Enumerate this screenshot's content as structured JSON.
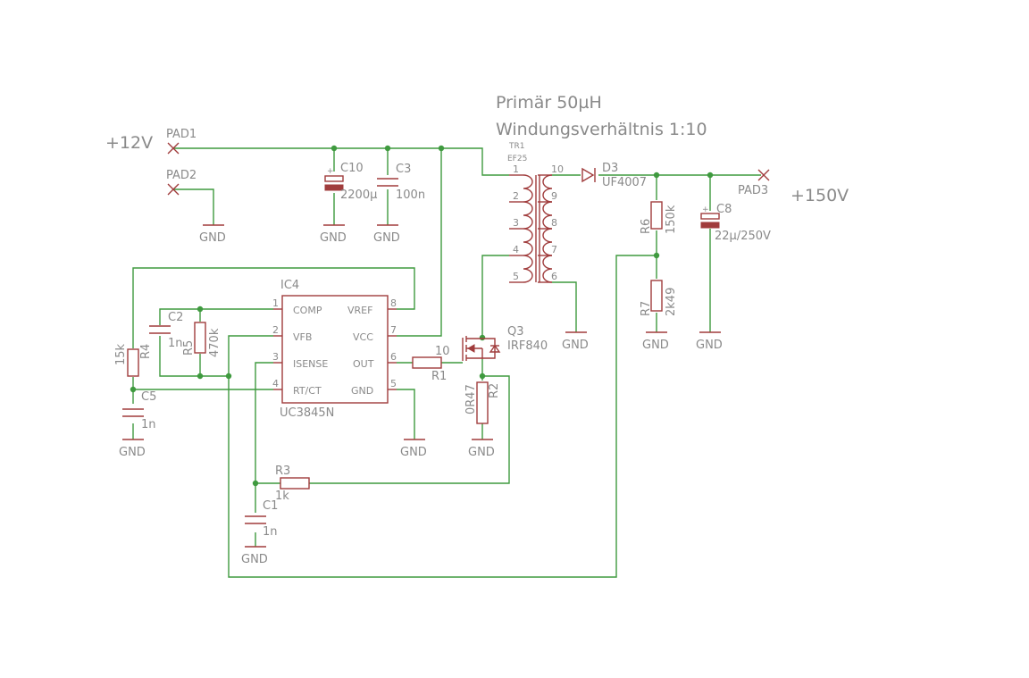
{
  "title": {
    "line1": "Primär 50µH",
    "line2": "Windungsverhältnis 1:10"
  },
  "supplies": {
    "in": "+12V",
    "out": "+150V"
  },
  "pads": {
    "pad1": "PAD1",
    "pad2": "PAD2",
    "pad3": "PAD3"
  },
  "gnd": "GND",
  "transformer": {
    "name": "TR1",
    "core": "EF25",
    "pins_left": [
      "1",
      "2",
      "3",
      "4",
      "5"
    ],
    "pins_right": [
      "10",
      "9",
      "8",
      "7",
      "6"
    ]
  },
  "ic": {
    "name": "IC4",
    "value": "UC3845N",
    "left_pins": [
      {
        "num": "1",
        "name": "COMP"
      },
      {
        "num": "2",
        "name": "VFB"
      },
      {
        "num": "3",
        "name": "ISENSE"
      },
      {
        "num": "4",
        "name": "RT/CT"
      }
    ],
    "right_pins": [
      {
        "num": "8",
        "name": "VREF"
      },
      {
        "num": "7",
        "name": "VCC"
      },
      {
        "num": "6",
        "name": "OUT"
      },
      {
        "num": "5",
        "name": "GND"
      }
    ]
  },
  "components": {
    "C10": {
      "name": "C10",
      "value": "2200µ"
    },
    "C3": {
      "name": "C3",
      "value": "100n"
    },
    "D3": {
      "name": "D3",
      "value": "UF4007"
    },
    "C8": {
      "name": "C8",
      "value": "22µ/250V"
    },
    "R6": {
      "name": "R6",
      "value": "150k"
    },
    "R7": {
      "name": "R7",
      "value": "2k49"
    },
    "Q3": {
      "name": "Q3",
      "value": "IRF840"
    },
    "R1": {
      "name": "R1",
      "value": "10"
    },
    "R2": {
      "name": "R2",
      "value": "0R47"
    },
    "C2": {
      "name": "C2",
      "value": "1n"
    },
    "R5": {
      "name": "R5",
      "value": "470k"
    },
    "R4": {
      "name": "R4",
      "value": "15k"
    },
    "C5": {
      "name": "C5",
      "value": "1n"
    },
    "R3": {
      "name": "R3",
      "value": "1k"
    },
    "C1": {
      "name": "C1",
      "value": "1n"
    }
  },
  "colors": {
    "wire": "#3f9a3f",
    "component": "#a03c3c",
    "text": "#8a8a8a"
  }
}
